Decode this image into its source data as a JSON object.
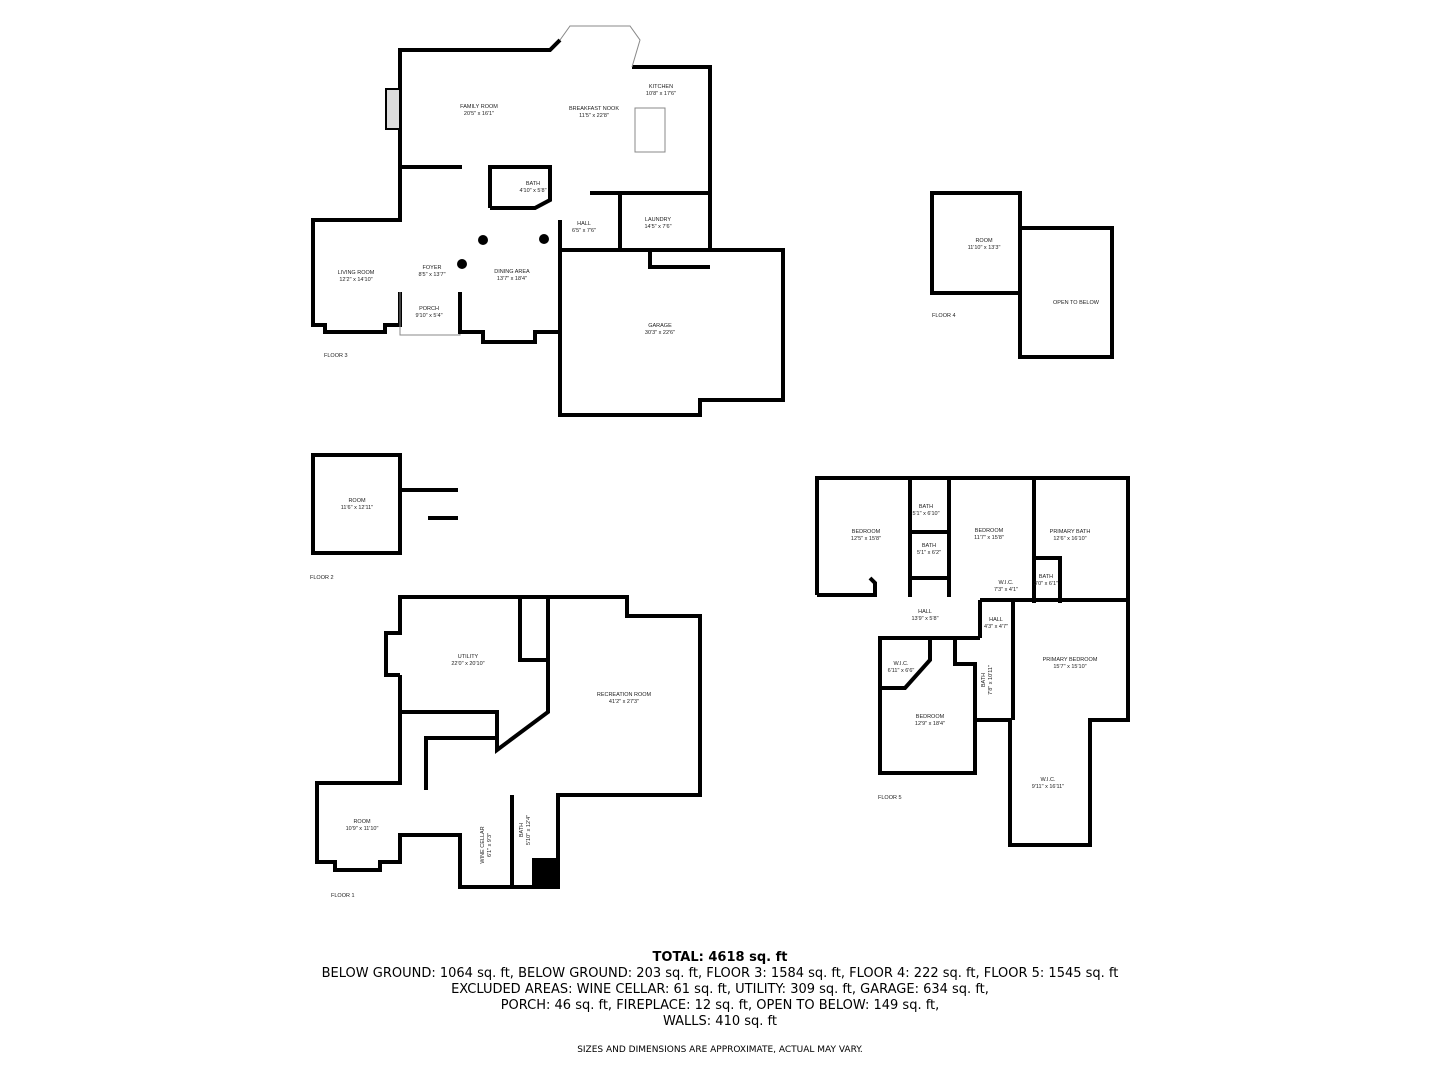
{
  "floors": {
    "floor3": {
      "label": "FLOOR 3",
      "rooms": [
        {
          "name": "FAMILY ROOM",
          "dim": "20'5\" x 16'1\""
        },
        {
          "name": "BREAKFAST NOOK",
          "dim": "11'5\" x 22'8\""
        },
        {
          "name": "KITCHEN",
          "dim": "10'8\" x 17'6\""
        },
        {
          "name": "BATH",
          "dim": "4'10\" x 5'8\""
        },
        {
          "name": "HALL",
          "dim": "6'5\" x 7'6\""
        },
        {
          "name": "LAUNDRY",
          "dim": "14'5\" x 7'6\""
        },
        {
          "name": "LIVING ROOM",
          "dim": "12'2\" x 14'10\""
        },
        {
          "name": "FOYER",
          "dim": "8'5\" x 13'7\""
        },
        {
          "name": "DINING AREA",
          "dim": "13'7\" x 18'4\""
        },
        {
          "name": "PORCH",
          "dim": "9'10\" x 5'4\""
        },
        {
          "name": "GARAGE",
          "dim": "30'3\" x 22'6\""
        }
      ]
    },
    "floor4": {
      "label": "FLOOR 4",
      "rooms": [
        {
          "name": "ROOM",
          "dim": "11'10\" x 13'3\""
        },
        {
          "name": "OPEN TO BELOW",
          "dim": ""
        }
      ]
    },
    "floor2": {
      "label": "FLOOR 2",
      "rooms": [
        {
          "name": "ROOM",
          "dim": "11'6\" x 12'11\""
        }
      ]
    },
    "floor1": {
      "label": "FLOOR 1",
      "rooms": [
        {
          "name": "UTILITY",
          "dim": "22'0\" x 20'10\""
        },
        {
          "name": "RECREATION ROOM",
          "dim": "41'2\" x 27'3\""
        },
        {
          "name": "ROOM",
          "dim": "10'9\" x 11'10\""
        },
        {
          "name": "WINE CELLAR",
          "dim": "6'1\" x 9'3\""
        },
        {
          "name": "BATH",
          "dim": "5'10\" x 12'4\""
        }
      ]
    },
    "floor5": {
      "label": "FLOOR 5",
      "rooms": [
        {
          "name": "BEDROOM",
          "dim": "12'5\" x 15'8\""
        },
        {
          "name": "BATH",
          "dim": "5'1\" x 6'10\""
        },
        {
          "name": "BATH",
          "dim": "5'1\" x 6'2\""
        },
        {
          "name": "BEDROOM",
          "dim": "11'7\" x 15'8\""
        },
        {
          "name": "PRIMARY BATH",
          "dim": "12'6\" x 16'10\""
        },
        {
          "name": "BATH",
          "dim": "3'0\" x 6'1\""
        },
        {
          "name": "W.I.C.",
          "dim": "7'3\" x 4'1\""
        },
        {
          "name": "HALL",
          "dim": "13'9\" x 5'8\""
        },
        {
          "name": "HALL",
          "dim": "4'3\" x 4'7\""
        },
        {
          "name": "W.I.C.",
          "dim": "6'11\" x 6'6\""
        },
        {
          "name": "BATH",
          "dim": "7'8\" x 10'11\""
        },
        {
          "name": "PRIMARY BEDROOM",
          "dim": "15'7\" x 15'10\""
        },
        {
          "name": "BEDROOM",
          "dim": "12'9\" x 18'4\""
        },
        {
          "name": "W.I.C.",
          "dim": "9'11\" x 16'11\""
        }
      ]
    }
  },
  "summary": {
    "total": "TOTAL: 4618 sq. ft",
    "lines": [
      "BELOW GROUND: 1064 sq. ft, BELOW GROUND: 203 sq. ft, FLOOR 3: 1584 sq. ft, FLOOR 4: 222 sq. ft, FLOOR 5: 1545 sq. ft",
      "EXCLUDED AREAS: WINE CELLAR: 61 sq. ft, UTILITY: 309 sq. ft, GARAGE: 634 sq. ft,",
      "PORCH: 46 sq. ft, FIREPLACE: 12 sq. ft, OPEN TO BELOW: 149 sq. ft,",
      "WALLS: 410 sq. ft"
    ],
    "disclaimer": "SIZES AND DIMENSIONS ARE APPROXIMATE, ACTUAL MAY VARY."
  }
}
